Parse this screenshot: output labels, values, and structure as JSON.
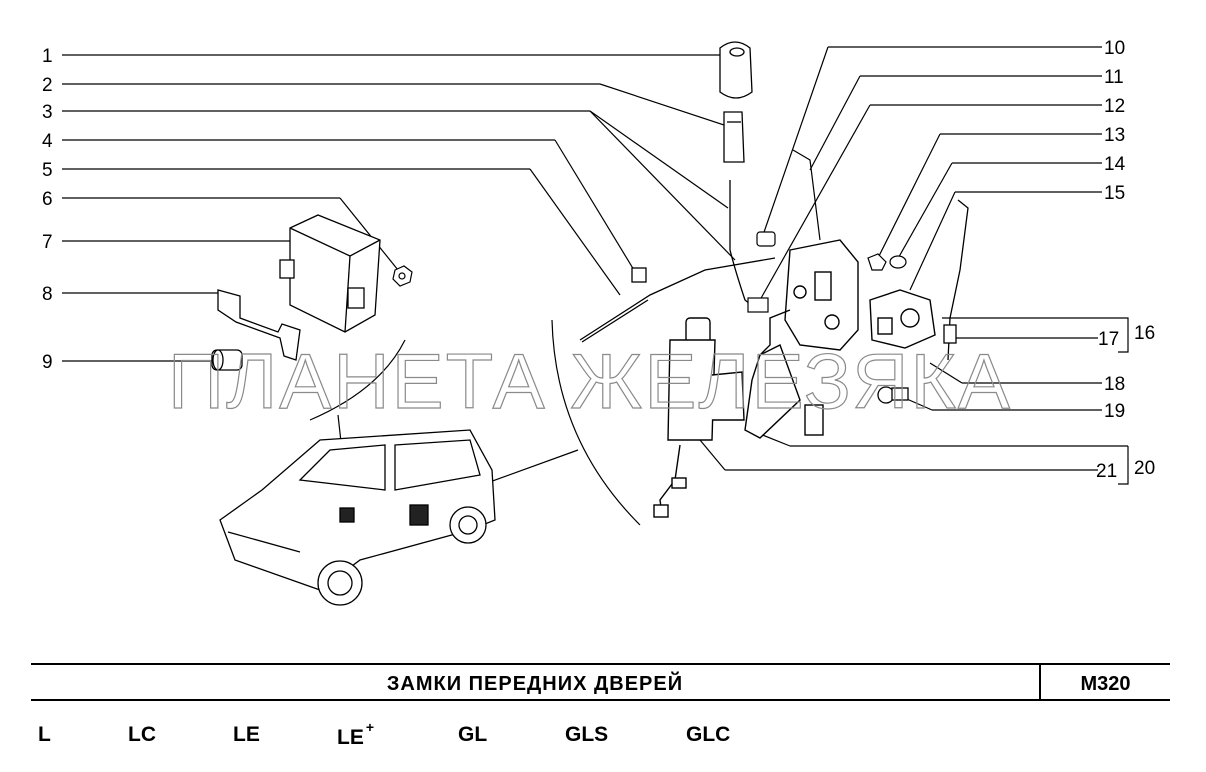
{
  "diagram": {
    "watermark": "ПЛАНЕТА ЖЕЛЕЗЯКА",
    "callouts_left": [
      "1",
      "2",
      "3",
      "4",
      "5",
      "6",
      "7",
      "8",
      "9"
    ],
    "callouts_right": [
      "10",
      "11",
      "12",
      "13",
      "14",
      "15",
      "17",
      "18",
      "19",
      "21"
    ],
    "group_labels": [
      "16",
      "20"
    ]
  },
  "footer": {
    "title": "ЗАМКИ  ПЕРЕДНИХ  ДВЕРЕЙ",
    "code": "M320",
    "variants": [
      {
        "label": "L",
        "sup": ""
      },
      {
        "label": "LC",
        "sup": ""
      },
      {
        "label": "LE",
        "sup": ""
      },
      {
        "label": "LE",
        "sup": "+"
      },
      {
        "label": "GL",
        "sup": ""
      },
      {
        "label": "GLS",
        "sup": ""
      },
      {
        "label": "GLC",
        "sup": ""
      }
    ]
  }
}
